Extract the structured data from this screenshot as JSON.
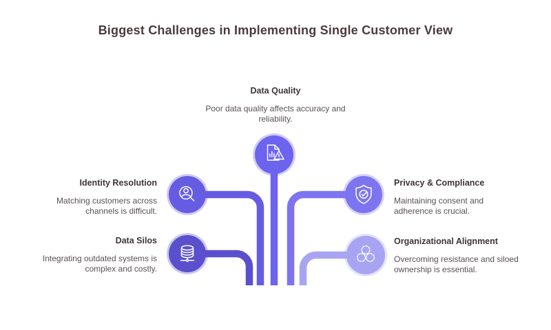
{
  "title": "Biggest Challenges in Implementing Single Customer View",
  "colors": {
    "background": "#ffffff",
    "title_text": "#4a3a3c",
    "heading_text": "#3e3535",
    "body_text": "#585052",
    "icon_stroke": "#ffffff",
    "branch_halo": "#ffffff"
  },
  "items": [
    {
      "id": "data-quality",
      "label": "Data Quality",
      "description": "Poor data quality affects accuracy and reliability.",
      "icon": "document-chart-warning-icon",
      "color": "#6c63ee",
      "position": "top-center"
    },
    {
      "id": "identity-resolution",
      "label": "Identity Resolution",
      "description": "Matching customers across channels is difficult.",
      "icon": "magnifier-person-icon",
      "color": "#665ce2",
      "position": "middle-left"
    },
    {
      "id": "privacy-compliance",
      "label": "Privacy & Compliance",
      "description": "Maintaining consent and adherence is crucial.",
      "icon": "shield-check-icon",
      "color": "#7d75f0",
      "position": "middle-right"
    },
    {
      "id": "data-silos",
      "label": "Data Silos",
      "description": "Integrating outdated systems is complex and costly.",
      "icon": "database-network-icon",
      "color": "#5a50cd",
      "position": "bottom-left"
    },
    {
      "id": "organizational-alignment",
      "label": "Organizational Alignment",
      "description": "Overcoming resistance and siloed ownership is essential.",
      "icon": "gears-icon",
      "color": "#a9a4f2",
      "position": "bottom-right"
    }
  ]
}
